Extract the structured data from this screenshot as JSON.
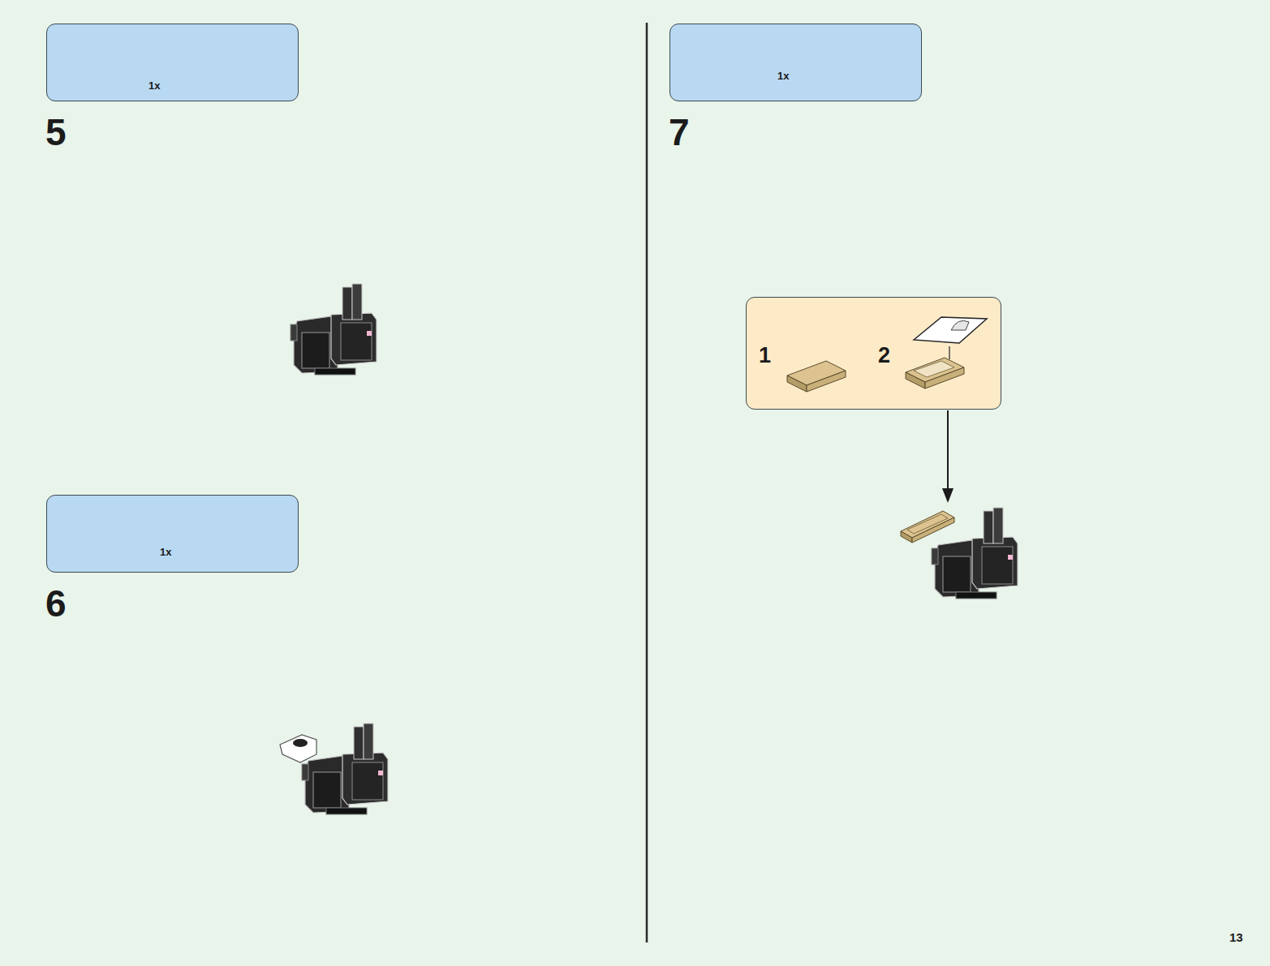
{
  "diagram": {
    "nodes": [
      {
        "text": [
          "1x"
        ]
      },
      {
        "text": [
          "1x"
        ]
      },
      {
        "text": [
          "1x"
        ]
      },
      {
        "text": [
          "1",
          "2"
        ]
      }
    ],
    "labels": [
      "5",
      "6",
      "7",
      "13"
    ]
  }
}
